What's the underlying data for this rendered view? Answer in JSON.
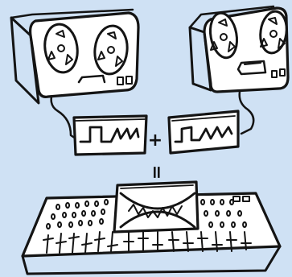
{
  "scene": {
    "background_color": "#cfe1f4",
    "ink_color": "#141414",
    "paper_color": "#ffffff"
  },
  "labels": {
    "plus_sign": "+",
    "equals_sign": "="
  },
  "icons": {
    "left_deck": "reel-to-reel-tape-recorder",
    "right_deck": "reel-to-reel-tape-recorder",
    "left_signal": "square-then-sawtooth-waveform",
    "right_signal": "square-then-sawtooth-waveform",
    "mixer": "mixing-console",
    "mixed_signal": "interfering-waveforms"
  }
}
